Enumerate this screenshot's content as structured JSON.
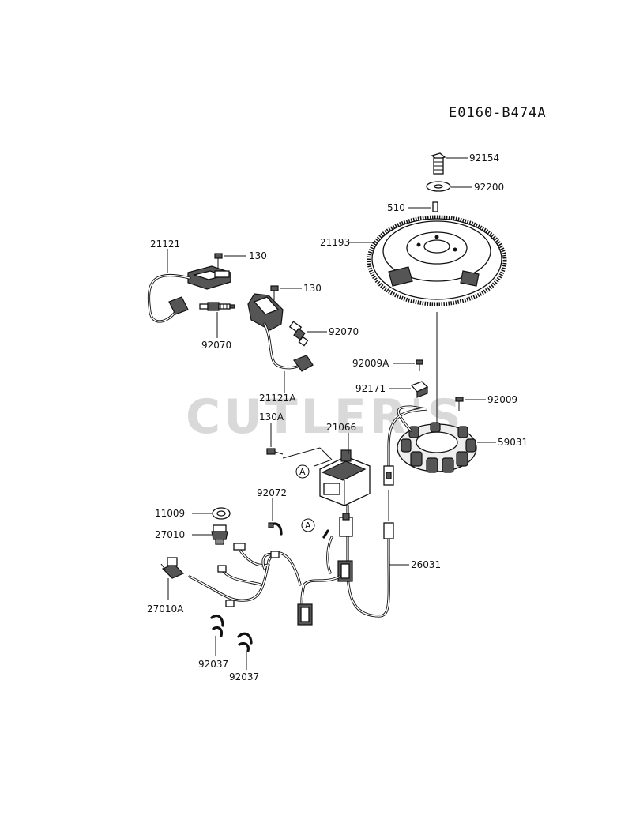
{
  "diagram_code": "E0160-B474A",
  "watermark": "CUTLER'S",
  "callouts": [
    "A",
    "A"
  ],
  "labels": {
    "p92154": "92154",
    "p92200": "92200",
    "p510": "510",
    "p21193": "21193",
    "p21121": "21121",
    "p130_a": "130",
    "p130_b": "130",
    "p92070_a": "92070",
    "p92070_b": "92070",
    "p21121A": "21121A",
    "p92009A": "92009A",
    "p92171": "92171",
    "p92009": "92009",
    "p59031": "59031",
    "p130A": "130A",
    "p21066": "21066",
    "p92072": "92072",
    "p11009": "11009",
    "p27010": "27010",
    "p26031": "26031",
    "p27010A": "27010A",
    "p92037_a": "92037",
    "p92037_b": "92037"
  }
}
